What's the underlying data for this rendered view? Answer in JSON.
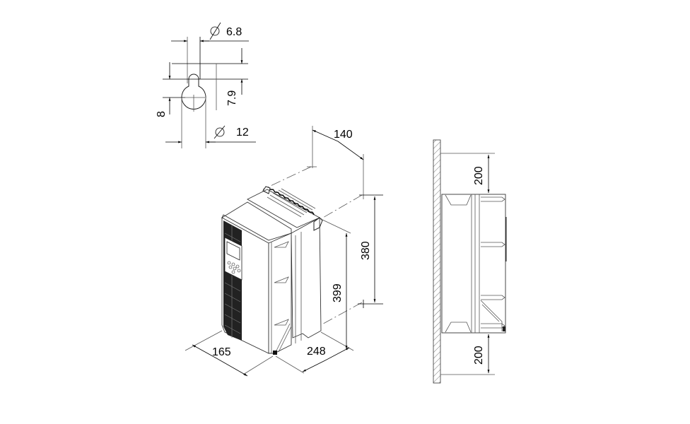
{
  "figure": {
    "type": "mounting-dimension-drawing",
    "units": "mm"
  },
  "keyhole_detail": {
    "slot_diameter": "6.8",
    "hole_diameter": "12",
    "slot_offset": "7.9",
    "vertical_offset": "8",
    "diameter_symbol": "∅"
  },
  "isometric_view": {
    "depth_spacing": "140",
    "mounting_height": "380",
    "overall_height": "399",
    "width": "165",
    "depth": "248"
  },
  "side_view": {
    "clearance_top": "200",
    "clearance_bottom": "200"
  }
}
